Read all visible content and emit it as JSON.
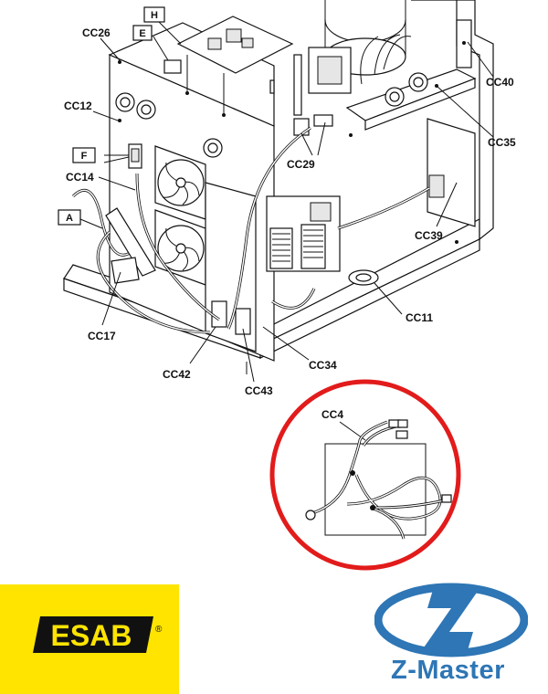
{
  "callouts": {
    "cc26": "CC26",
    "cc12": "CC12",
    "cc14": "CC14",
    "cc17": "CC17",
    "cc42": "CC42",
    "cc43": "CC43",
    "cc34": "CC34",
    "cc11": "CC11",
    "cc29": "CC29",
    "cc39": "CC39",
    "cc35": "CC35",
    "cc40": "CC40",
    "cc4": "CC4"
  },
  "tags": {
    "h": "H",
    "e": "E",
    "f": "F",
    "a": "A"
  },
  "logos": {
    "esab_text": "ESAB",
    "esab_registered": "®",
    "zmaster_text": "Z-Master"
  },
  "colors": {
    "highlight_circle": "#e21b1b",
    "esab_yellow": "#ffe400",
    "zmaster_blue": "#2e76b5"
  }
}
